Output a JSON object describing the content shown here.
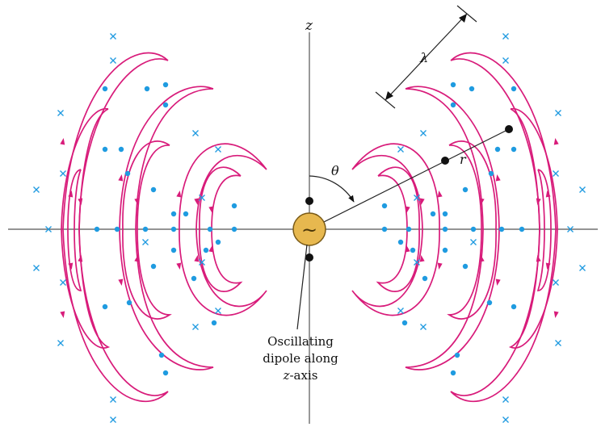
{
  "labels": {
    "z_axis": "z",
    "theta": "θ",
    "lambda": "λ",
    "r": "r",
    "caption_line1": "Oscillating",
    "caption_line2": "dipole along",
    "caption_line3_italic": "z",
    "caption_line3_rest": "-axis"
  },
  "icons": {
    "source_symbol": "~"
  },
  "colors": {
    "field_lines": "#d81b7a",
    "markers": "#1f9be0",
    "source_fill": "#e7b84f",
    "source_stroke": "#7a5a16",
    "axes": "#555555"
  }
}
